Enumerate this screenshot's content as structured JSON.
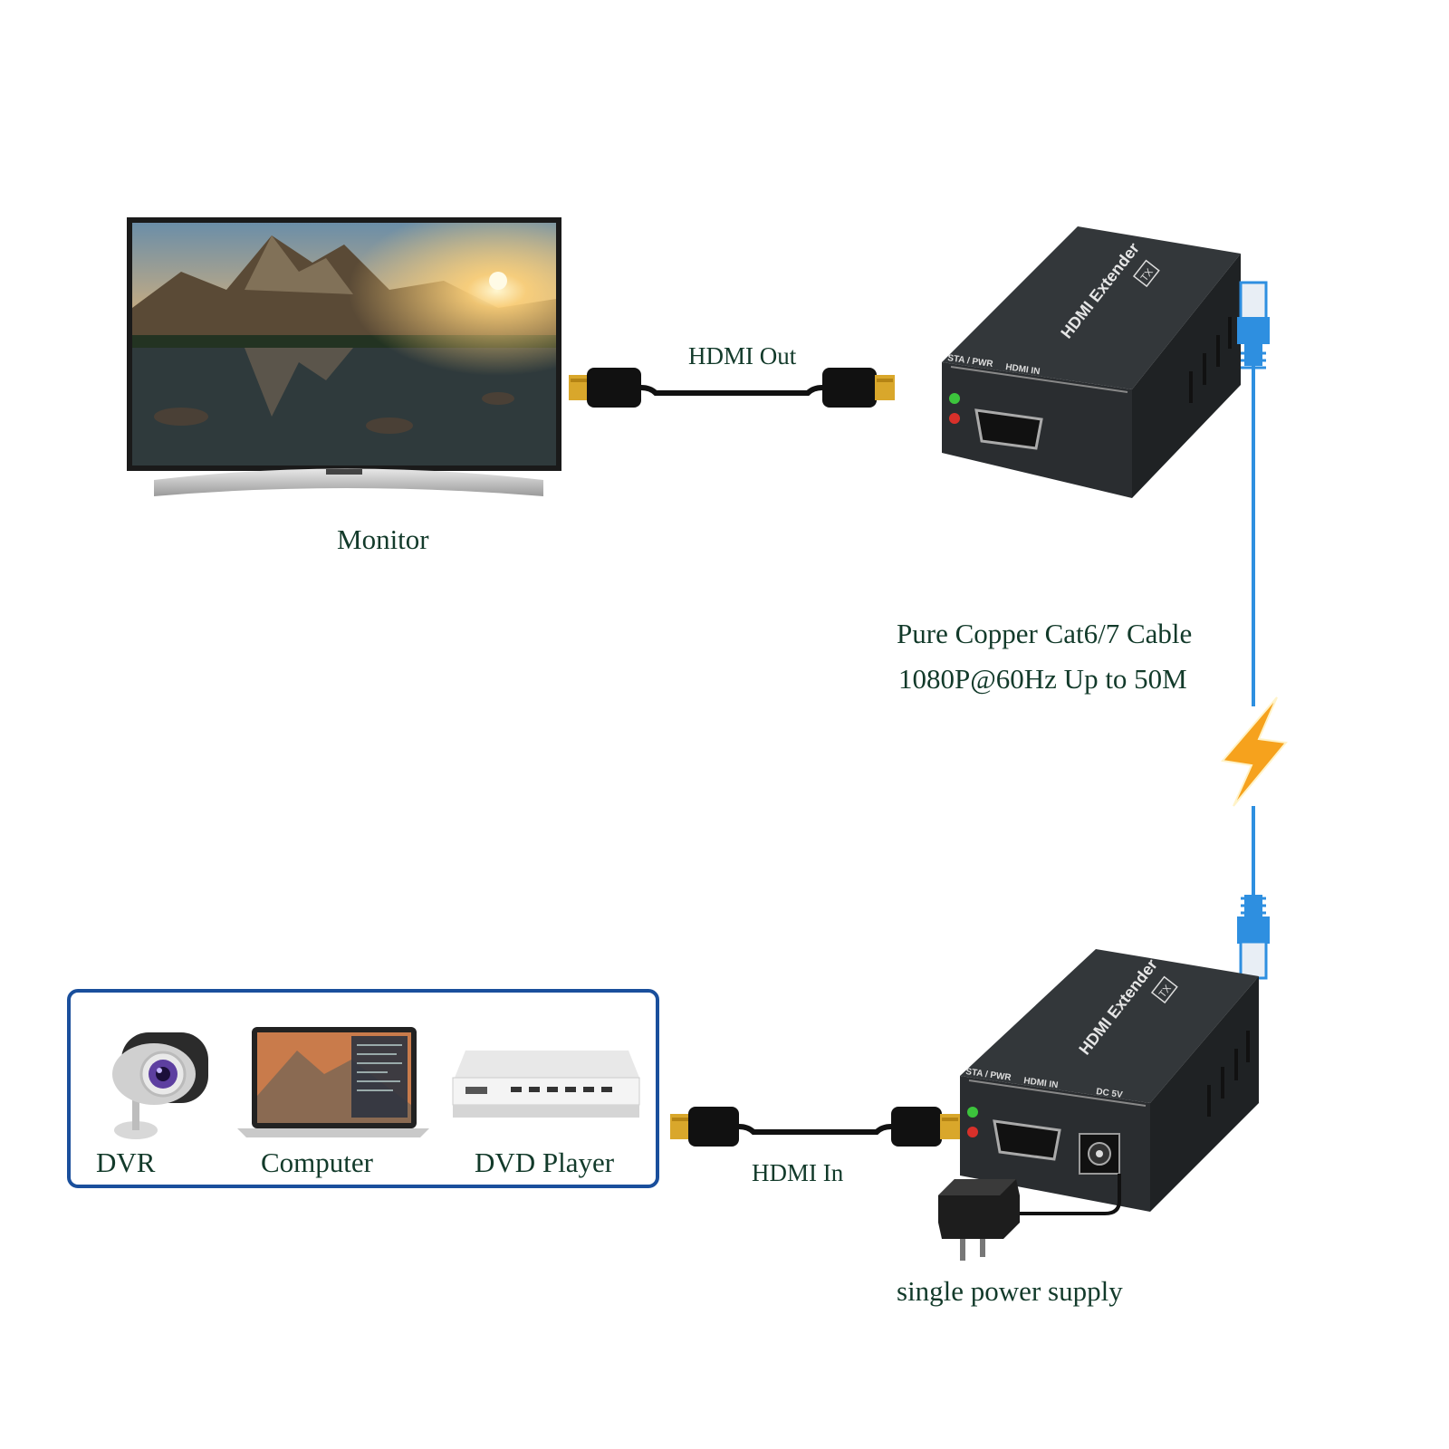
{
  "labels": {
    "monitor": "Monitor",
    "hdmi_out": "HDMI Out",
    "hdmi_in": "HDMI In",
    "cable_line1": "Pure Copper Cat6/7 Cable",
    "cable_line2": "1080P@60Hz Up to 50M",
    "power": "single power supply"
  },
  "sources": [
    {
      "label": "DVR"
    },
    {
      "label": "Computer"
    },
    {
      "label": "DVD Player"
    }
  ],
  "extender": {
    "model": "HDMI Extender",
    "tx_badge": "TX",
    "port_sta_pwr": "STA / PWR",
    "port_hdmi_in": "HDMI IN",
    "port_dc": "DC 5V"
  },
  "colors": {
    "text": "#123a2a",
    "frame_blue": "#1a4f9c",
    "ethernet_blue": "#2e8fe0",
    "bolt_orange": "#f6a21d",
    "device_body": "#2a2d30"
  }
}
